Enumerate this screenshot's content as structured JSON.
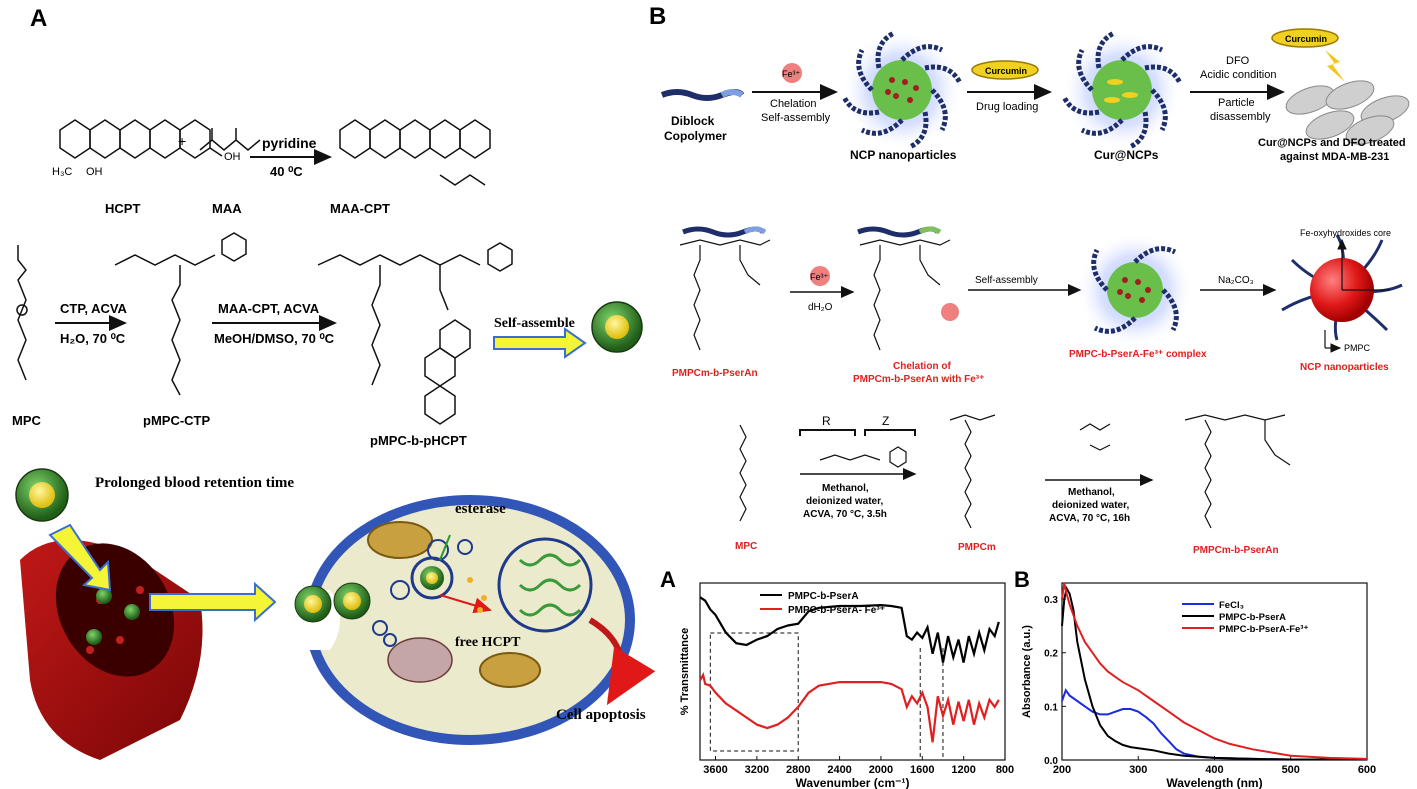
{
  "panelA": {
    "letter": "A",
    "hcpt": "HCPT",
    "maa": "MAA",
    "maacpt": "MAA-CPT",
    "plus": "+",
    "pyridine": "pyridine",
    "temp40": "40 ⁰C",
    "mpc": "MPC",
    "ctp": "CTP, ACVA",
    "h2o": "H₂O, 70 ⁰C",
    "pmpcctp": "pMPC-CTP",
    "maacptacva": "MAA-CPT, ACVA",
    "meoh": "MeOH/DMSO, 70 ⁰C",
    "pmpcbphcpt": "pMPC-b-pHCPT",
    "selfassemble": "Self-assemble",
    "prolonged": "Prolonged blood retention time",
    "esterase": "esterase",
    "freehcpt": "free HCPT",
    "apoptosis": "Cell apoptosis"
  },
  "panelB": {
    "letter": "B",
    "diblock": "Diblock",
    "copolymer": "Copolymer",
    "fe": "Fe³⁺",
    "chelation": "Chelation",
    "selfassembly": "Self-assembly",
    "ncp": "NCP nanoparticles",
    "curcumin": "Curcumin",
    "drugloading": "Drug loading",
    "curncps": "Cur@NCPs",
    "dfo": "DFO",
    "acidic": "Acidic condition",
    "particle": "Particle",
    "disassembly": "disassembly",
    "treated1": "Cur@NCPs and DFO treated",
    "treated2": "against MDA-MB-231",
    "pmpcpsera": "PMPCm-b-PserAn",
    "dh2o": "dH₂O",
    "chelof1": "Chelation of",
    "chelof2": "PMPCm-b-PserAn with Fe³⁺",
    "selfassembly2": "Self-assembly",
    "complex": "PMPC-b-PserA-Fe³⁺ complex",
    "na2co3": "Na₂CO₃",
    "feoxy": "Fe-oxyhydroxides core",
    "pmpc": "PMPC",
    "ncp2": "NCP nanoparticles",
    "mpc2": "MPC",
    "R": "R",
    "Z": "Z",
    "cond1a": "Methanol,",
    "cond1b": "deionized water,",
    "cond1c": "ACVA, 70 °C, 3.5h",
    "pmpcm": "PMPCm",
    "cond2a": "Methanol,",
    "cond2b": "deionized water,",
    "cond2c": "ACVA, 70 °C, 16h",
    "final": "PMPCm-b-PserAn"
  },
  "chart_data": [
    {
      "type": "line",
      "panel_letter": "A",
      "xlabel": "Wavenumber (cm⁻¹)",
      "ylabel": "% Transmittance",
      "x_ticks": [
        3600,
        3200,
        2800,
        2400,
        2000,
        1600,
        1200,
        800
      ],
      "xlim": [
        3750,
        800
      ],
      "series": [
        {
          "name": "PMPC-b-PserA",
          "color": "#000000",
          "x": [
            3750,
            3700,
            3650,
            3600,
            3500,
            3400,
            3300,
            3200,
            3100,
            3000,
            2900,
            2800,
            2700,
            2600,
            2400,
            2200,
            2000,
            1900,
            1800,
            1750,
            1700,
            1650,
            1600,
            1550,
            1500,
            1450,
            1400,
            1350,
            1300,
            1250,
            1200,
            1150,
            1100,
            1050,
            1000,
            950,
            900,
            860
          ],
          "y": [
            0.92,
            0.9,
            0.85,
            0.82,
            0.72,
            0.66,
            0.65,
            0.68,
            0.7,
            0.74,
            0.76,
            0.77,
            0.84,
            0.86,
            0.87,
            0.87,
            0.875,
            0.87,
            0.86,
            0.7,
            0.68,
            0.72,
            0.69,
            0.75,
            0.6,
            0.72,
            0.55,
            0.7,
            0.58,
            0.68,
            0.55,
            0.7,
            0.6,
            0.72,
            0.62,
            0.74,
            0.7,
            0.78
          ]
        },
        {
          "name": "PMPC-b-PserA- Fe³⁺",
          "color": "#e02020",
          "x": [
            3750,
            3720,
            3700,
            3650,
            3600,
            3500,
            3400,
            3300,
            3200,
            3100,
            3000,
            2900,
            2800,
            2700,
            2600,
            2400,
            2200,
            2000,
            1900,
            1800,
            1750,
            1700,
            1650,
            1600,
            1550,
            1500,
            1450,
            1400,
            1350,
            1300,
            1250,
            1200,
            1150,
            1100,
            1050,
            1000,
            950,
            900,
            860
          ],
          "y": [
            0.45,
            0.48,
            0.43,
            0.42,
            0.38,
            0.32,
            0.28,
            0.24,
            0.2,
            0.18,
            0.2,
            0.24,
            0.3,
            0.38,
            0.42,
            0.44,
            0.44,
            0.44,
            0.43,
            0.4,
            0.3,
            0.36,
            0.32,
            0.38,
            0.3,
            0.1,
            0.36,
            0.25,
            0.34,
            0.2,
            0.33,
            0.22,
            0.34,
            0.2,
            0.32,
            0.24,
            0.34,
            0.3,
            0.34
          ]
        }
      ]
    },
    {
      "type": "line",
      "panel_letter": "B",
      "xlabel": "Wavelength (nm)",
      "ylabel": "Absorbance (a.u.)",
      "xlim": [
        200,
        600
      ],
      "ylim": [
        0,
        0.33
      ],
      "x_ticks": [
        200,
        300,
        400,
        500,
        600
      ],
      "y_ticks": [
        0.0,
        0.1,
        0.2,
        0.3
      ],
      "series": [
        {
          "name": "FeCl₃",
          "color": "#1a2be0",
          "x": [
            200,
            205,
            210,
            220,
            230,
            240,
            250,
            260,
            270,
            280,
            290,
            300,
            310,
            320,
            330,
            340,
            350,
            360,
            380,
            400,
            450,
            500,
            550,
            600
          ],
          "y": [
            0.11,
            0.13,
            0.12,
            0.11,
            0.1,
            0.09,
            0.085,
            0.085,
            0.09,
            0.095,
            0.095,
            0.09,
            0.08,
            0.068,
            0.05,
            0.035,
            0.02,
            0.012,
            0.006,
            0.004,
            0.002,
            0.001,
            0.001,
            0.001
          ]
        },
        {
          "name": "PMPC-b-PserA",
          "color": "#000000",
          "x": [
            200,
            203,
            206,
            210,
            215,
            220,
            230,
            240,
            250,
            260,
            270,
            280,
            290,
            300,
            320,
            340,
            360,
            400,
            450,
            500,
            550,
            600
          ],
          "y": [
            0.25,
            0.3,
            0.32,
            0.31,
            0.28,
            0.22,
            0.15,
            0.1,
            0.065,
            0.045,
            0.035,
            0.028,
            0.024,
            0.022,
            0.018,
            0.012,
            0.008,
            0.004,
            0.002,
            0.001,
            0.001,
            0.001
          ]
        },
        {
          "name": "PMPC-b-PserA-Fe³⁺",
          "color": "#e02020",
          "x": [
            200,
            203,
            206,
            210,
            220,
            230,
            240,
            250,
            260,
            270,
            280,
            300,
            320,
            340,
            360,
            380,
            400,
            420,
            450,
            500,
            550,
            600
          ],
          "y": [
            0.3,
            0.33,
            0.31,
            0.29,
            0.25,
            0.22,
            0.2,
            0.18,
            0.165,
            0.155,
            0.145,
            0.13,
            0.11,
            0.09,
            0.07,
            0.055,
            0.04,
            0.03,
            0.02,
            0.008,
            0.004,
            0.002
          ]
        }
      ]
    }
  ]
}
